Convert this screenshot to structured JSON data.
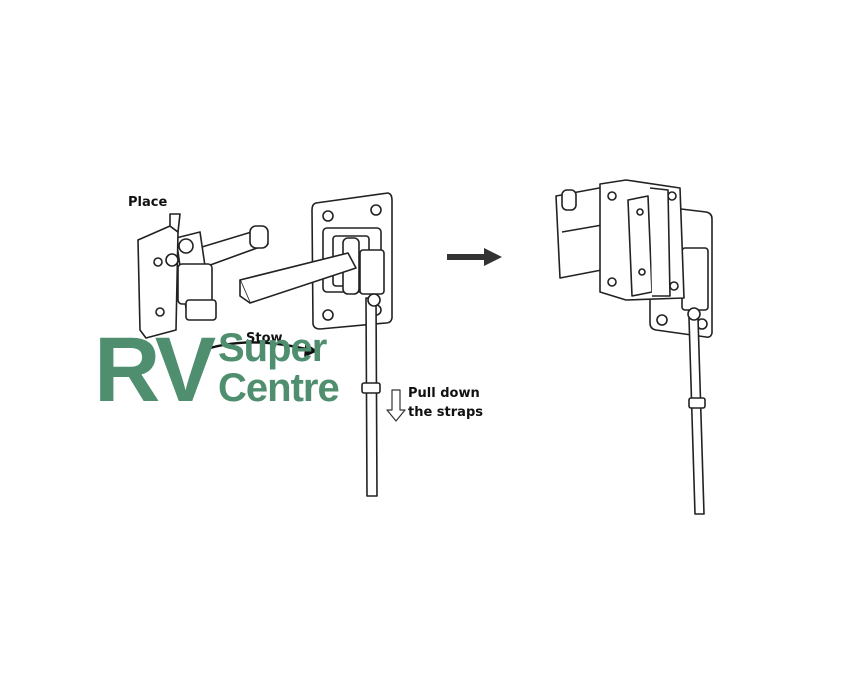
{
  "labels": {
    "place": "Place",
    "stow": "Stow",
    "pull_down_line1": "Pull down",
    "pull_down_line2": "the straps"
  },
  "logo": {
    "rv": "RV",
    "super": "Super",
    "centre": "Centre"
  },
  "colors": {
    "line": "#222222",
    "logo_green": "#4f8f6f"
  }
}
